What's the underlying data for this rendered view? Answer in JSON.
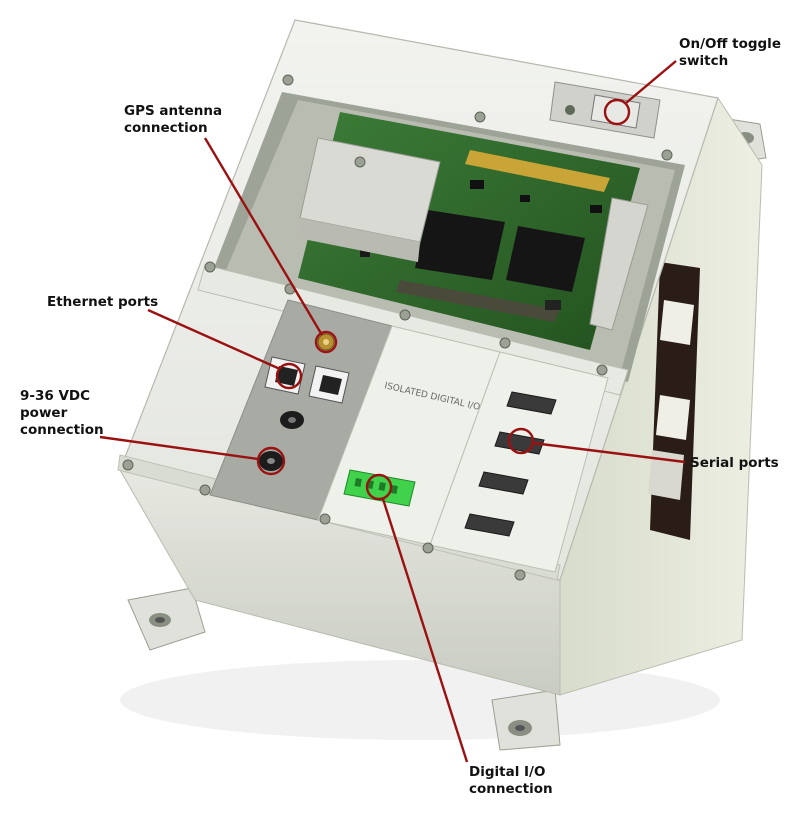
{
  "callouts": {
    "on_off": {
      "line1": "On/Off toggle",
      "line2": "switch"
    },
    "gps": {
      "line1": "GPS antenna",
      "line2": "connection"
    },
    "ethernet": {
      "line1": "Ethernet ports"
    },
    "power": {
      "line1": "9-36 VDC",
      "line2": "power",
      "line3": "connection"
    },
    "serial": {
      "line1": "Serial ports"
    },
    "digital_io": {
      "line1": "Digital I/O",
      "line2": "connection"
    }
  },
  "panel_labels": {
    "isolated_digital_io": "ISOLATED DIGITAL I/O"
  },
  "colors": {
    "callout_red": "#9b1111",
    "enclosure": "#e9ebe4",
    "enclosure_side": "#dcdfcf",
    "pcb_green": "#2f6a2c",
    "terminal_green": "#3fd24a"
  }
}
